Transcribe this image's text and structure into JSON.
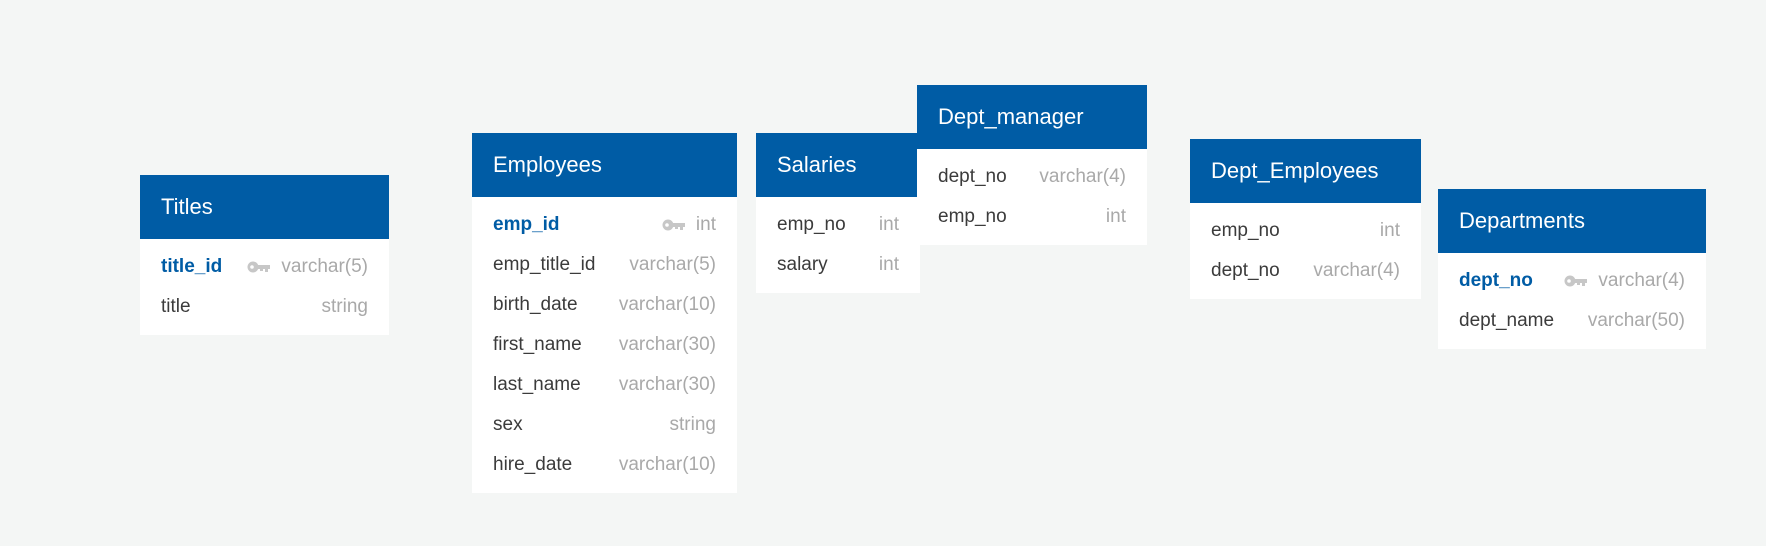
{
  "tables": [
    {
      "id": "titles",
      "name": "Titles",
      "fields": [
        {
          "name": "title_id",
          "type": "varchar(5)",
          "pk": true,
          "icon": "key-icon"
        },
        {
          "name": "title",
          "type": "string",
          "pk": false
        }
      ]
    },
    {
      "id": "employees",
      "name": "Employees",
      "fields": [
        {
          "name": "emp_id",
          "type": "int",
          "pk": true,
          "icon": "key-icon"
        },
        {
          "name": "emp_title_id",
          "type": "varchar(5)",
          "pk": false
        },
        {
          "name": "birth_date",
          "type": "varchar(10)",
          "pk": false
        },
        {
          "name": "first_name",
          "type": "varchar(30)",
          "pk": false
        },
        {
          "name": "last_name",
          "type": "varchar(30)",
          "pk": false
        },
        {
          "name": "sex",
          "type": "string",
          "pk": false
        },
        {
          "name": "hire_date",
          "type": "varchar(10)",
          "pk": false
        }
      ]
    },
    {
      "id": "salaries",
      "name": "Salaries",
      "fields": [
        {
          "name": "emp_no",
          "type": "int",
          "pk": false
        },
        {
          "name": "salary",
          "type": "int",
          "pk": false
        }
      ]
    },
    {
      "id": "dept-manager",
      "name": "Dept_manager",
      "fields": [
        {
          "name": "dept_no",
          "type": "varchar(4)",
          "pk": false
        },
        {
          "name": "emp_no",
          "type": "int",
          "pk": false
        }
      ]
    },
    {
      "id": "dept-employees",
      "name": "Dept_Employees",
      "fields": [
        {
          "name": "emp_no",
          "type": "int",
          "pk": false
        },
        {
          "name": "dept_no",
          "type": "varchar(4)",
          "pk": false
        }
      ]
    },
    {
      "id": "departments",
      "name": "Departments",
      "fields": [
        {
          "name": "dept_no",
          "type": "varchar(4)",
          "pk": true,
          "icon": "key-icon"
        },
        {
          "name": "dept_name",
          "type": "varchar(50)",
          "pk": false
        }
      ]
    }
  ],
  "colors": {
    "background": "#f4f6f5",
    "header": "#005ca5",
    "header_text": "#ffffff",
    "primary_key_text": "#005ca5",
    "field_text": "#3b3b3b",
    "type_text": "#a9a9a9",
    "key_icon": "#c7c7c7"
  }
}
